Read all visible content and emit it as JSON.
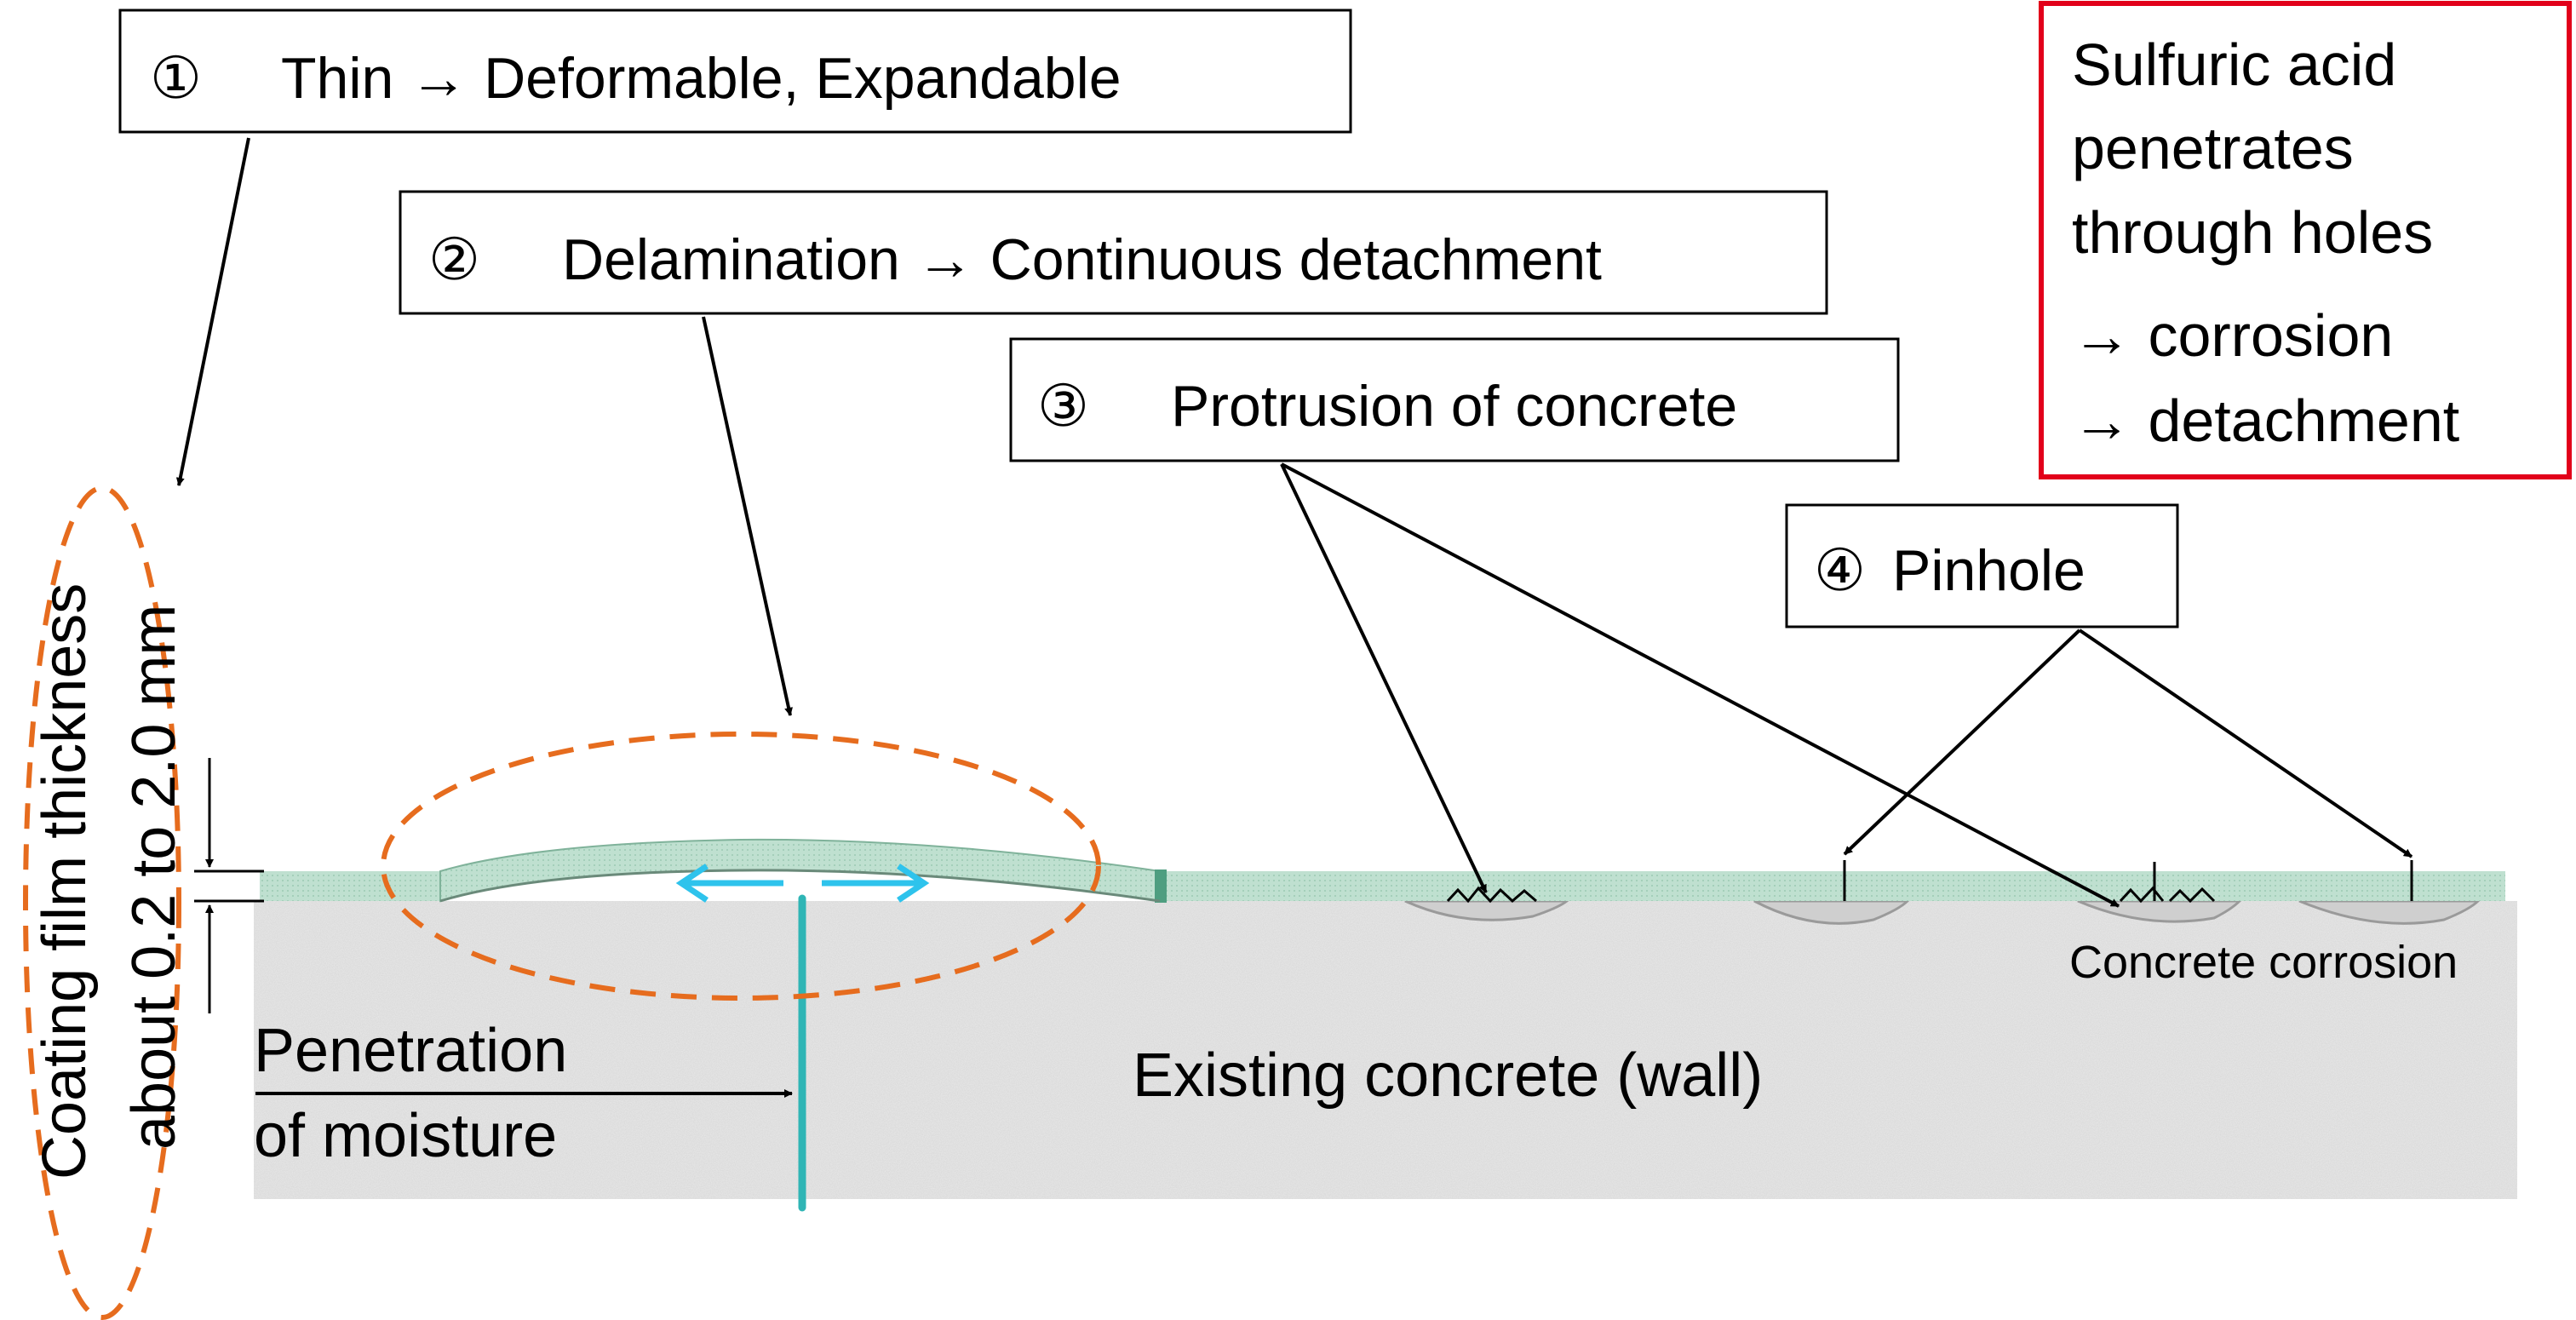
{
  "callouts": {
    "c1": {
      "num": "①",
      "text": "Thin → Deformable, Expandable"
    },
    "c2": {
      "num": "②",
      "text": "Delamination → Continuous detachment"
    },
    "c3": {
      "num": "③",
      "text": "Protrusion of concrete"
    },
    "c4": {
      "num": "④",
      "text": "Pinhole"
    }
  },
  "warning": {
    "lines": [
      "Sulfuric acid",
      "penetrates",
      "through holes",
      "→ corrosion",
      "→ detachment"
    ],
    "border_color": "#e2001a"
  },
  "thickness": {
    "line1": "Coating film thickness",
    "line2": "about 0.2 to 2.0 mm"
  },
  "moisture": {
    "line1": "Penetration",
    "line2": "of moisture"
  },
  "wall_label": "Existing concrete (wall)",
  "corrosion_label": "Concrete corrosion",
  "colors": {
    "coating": "#b9dccb",
    "dashed_ellipse": "#e66c1e",
    "moisture_line": "#2fb5b5",
    "arrow_blue": "#2ec3ec",
    "concrete": "#e9e9e9"
  }
}
